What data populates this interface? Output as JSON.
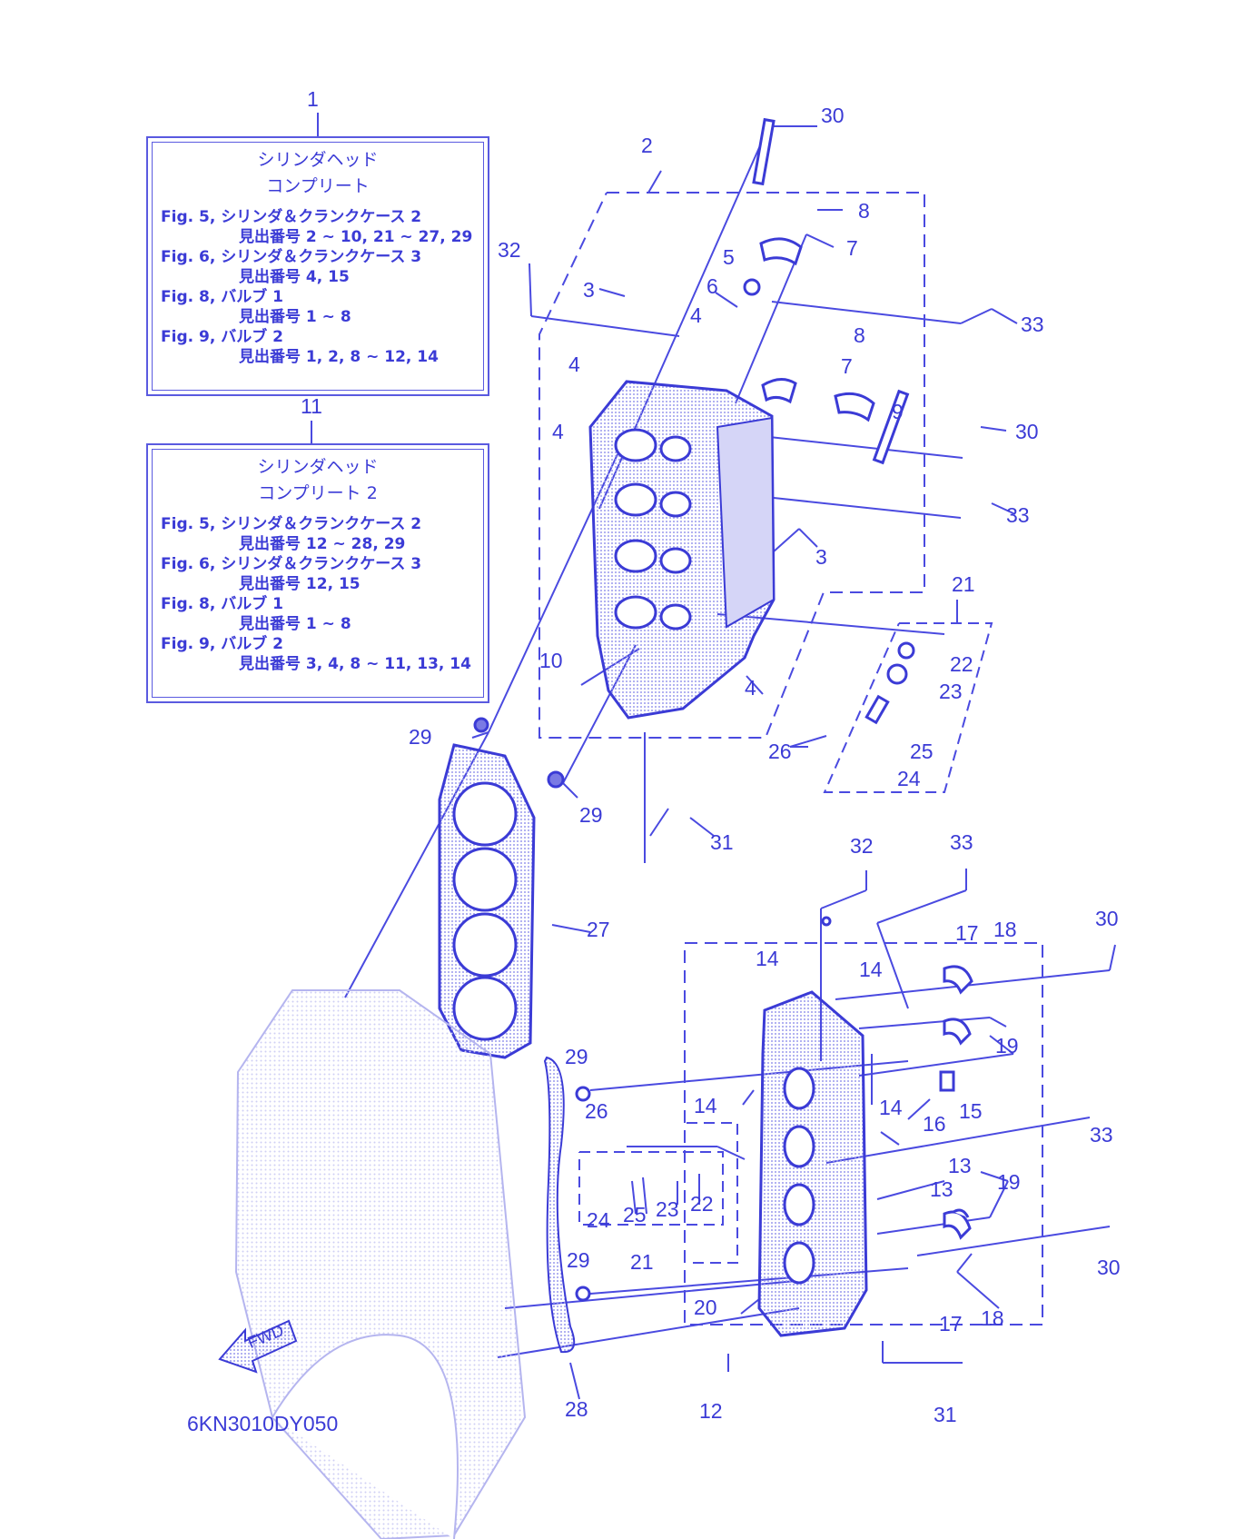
{
  "box1": {
    "number": "1",
    "title1": "シリンダヘッド",
    "title2": "コンプリート",
    "refs": [
      {
        "fig": "Fig. 5, シリンダ＆クランクケース 2",
        "items": "見出番号 2 ~ 10, 21 ~ 27, 29"
      },
      {
        "fig": "Fig. 6, シリンダ＆クランクケース 3",
        "items": "見出番号 4, 15"
      },
      {
        "fig": "Fig. 8, バルブ 1",
        "items": "見出番号 1 ~ 8"
      },
      {
        "fig": "Fig. 9, バルブ 2",
        "items": "見出番号 1, 2, 8 ~ 12, 14"
      }
    ]
  },
  "box11": {
    "number": "11",
    "title1": "シリンダヘッド",
    "title2": "コンプリート 2",
    "refs": [
      {
        "fig": "Fig. 5, シリンダ＆クランクケース 2",
        "items": "見出番号 12 ~ 28, 29"
      },
      {
        "fig": "Fig. 6, シリンダ＆クランクケース 3",
        "items": "見出番号 12,  15"
      },
      {
        "fig": "Fig. 8, バルブ 1",
        "items": "見出番号 1 ~ 8"
      },
      {
        "fig": "Fig. 9, バルブ 2",
        "items": "見出番号 3, 4, 8 ~ 11, 13, 14"
      }
    ]
  },
  "fwd_label": "FWD",
  "diagram_code": "6KN3010DY050",
  "callouts": [
    "30",
    "2",
    "8",
    "7",
    "5",
    "32",
    "3",
    "6",
    "4",
    "4",
    "8",
    "33",
    "7",
    "9",
    "4",
    "30",
    "33",
    "3",
    "21",
    "10",
    "22",
    "23",
    "4",
    "29",
    "26",
    "25",
    "24",
    "29",
    "31",
    "27",
    "32",
    "33",
    "17",
    "18",
    "30",
    "14",
    "14",
    "19",
    "29",
    "14",
    "26",
    "14",
    "16",
    "15",
    "33",
    "13",
    "19",
    "13",
    "24",
    "25",
    "23",
    "22",
    "21",
    "29",
    "30",
    "20",
    "17",
    "18",
    "28",
    "12",
    "31"
  ],
  "colors": {
    "ink": "#3b3bd6",
    "light": "#c9c9f3",
    "paper": "#ffffff"
  }
}
